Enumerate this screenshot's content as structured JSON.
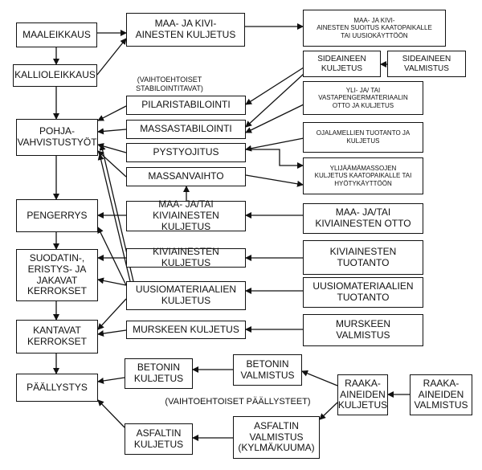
{
  "notes": {
    "stabilization_alternatives": "(VAIHTOEHTOISET STABILOINTITAVAT)",
    "surfacing_alternatives": "(VAIHTOEHTOISET PÄÄLLYSTEET)"
  },
  "boxes": {
    "maaleikkaus": "MAALEIKKAUS",
    "kallioleikkaus": "KALLIOLEIKKAUS",
    "pohjavahvistus": "POHJA-\nVAHVISTUSTYÖT",
    "pengerrys": "PENGERRYS",
    "suodatin": "SUODATIN-,\nERISTYS- JA\nJAKAVAT\nKERROKSET",
    "kantavat": "KANTAVAT\nKERROKSET",
    "paallystys": "PÄÄLLYSTYS",
    "maakivi_kuljetus": "MAA- JA KIVI-\nAINESTEN KULJETUS",
    "maakivi_suoitus": "MAA- JA KIVI-\nAINESTEN SUOITUS KAATOPAIKALLE\nTAI UUSIOKÄYTTÖÖN",
    "sideaine_kuljetus": "SIDEAINEEN\nKULJETUS",
    "sideaine_valmistus": "SIDEAINEEN\nVALMISTUS",
    "pilaristabilointi": "PILARISTABILOINTI",
    "massastabilointi": "MASSASTABILOINTI",
    "pystyojitus": "PYSTYOJITUS",
    "massanvaihto": "MASSANVAIHTO",
    "yli_vasta": "YLI- JA/ TAI\nVASTAPENGERMATERIAALIN\nOTTO JA KULJETUS",
    "ojalamellien": "OJALAMELLIEN TUOTANTO JA\nKULJETUS",
    "ylijaama": "YLIJÄÄMÄMASSOJEN\nKULJETUS KAATOPAIKALLE TAI\nHYÖTYKÄYTTÖÖN",
    "maa_kivi_kuljetus2": "MAA- JA/TAI\nKIVIAINESTEN KULJETUS",
    "maa_kivi_otto": "MAA- JA/TAI\nKIVIAINESTEN OTTO",
    "kiviainesten_kuljetus": "KIVIAINESTEN KULJETUS",
    "kiviainesten_tuotanto": "KIVIAINESTEN\nTUOTANTO",
    "uusio_kuljetus": "UUSIOMATERIAALIEN\nKULJETUS",
    "uusio_tuotanto": "UUSIOMATERIAALIEN\nTUOTANTO",
    "murske_kuljetus": "MURSKEEN KULJETUS",
    "murske_valmistus": "MURSKEEN\nVALMISTUS",
    "betoni_kuljetus": "BETONIN\nKULJETUS",
    "betoni_valmistus": "BETONIN\nVALMISTUS",
    "raaka_kuljetus": "RAAKA-\nAINEIDEN\nKULJETUS",
    "raaka_valmistus": "RAAKA-\nAINEIDEN\nVALMISTUS",
    "asfaltti_kuljetus": "ASFALTIN\nKULJETUS",
    "asfaltti_valmistus": "ASFALTIN\nVALMISTUS\n(KYLMÄ/KUUMA)"
  }
}
